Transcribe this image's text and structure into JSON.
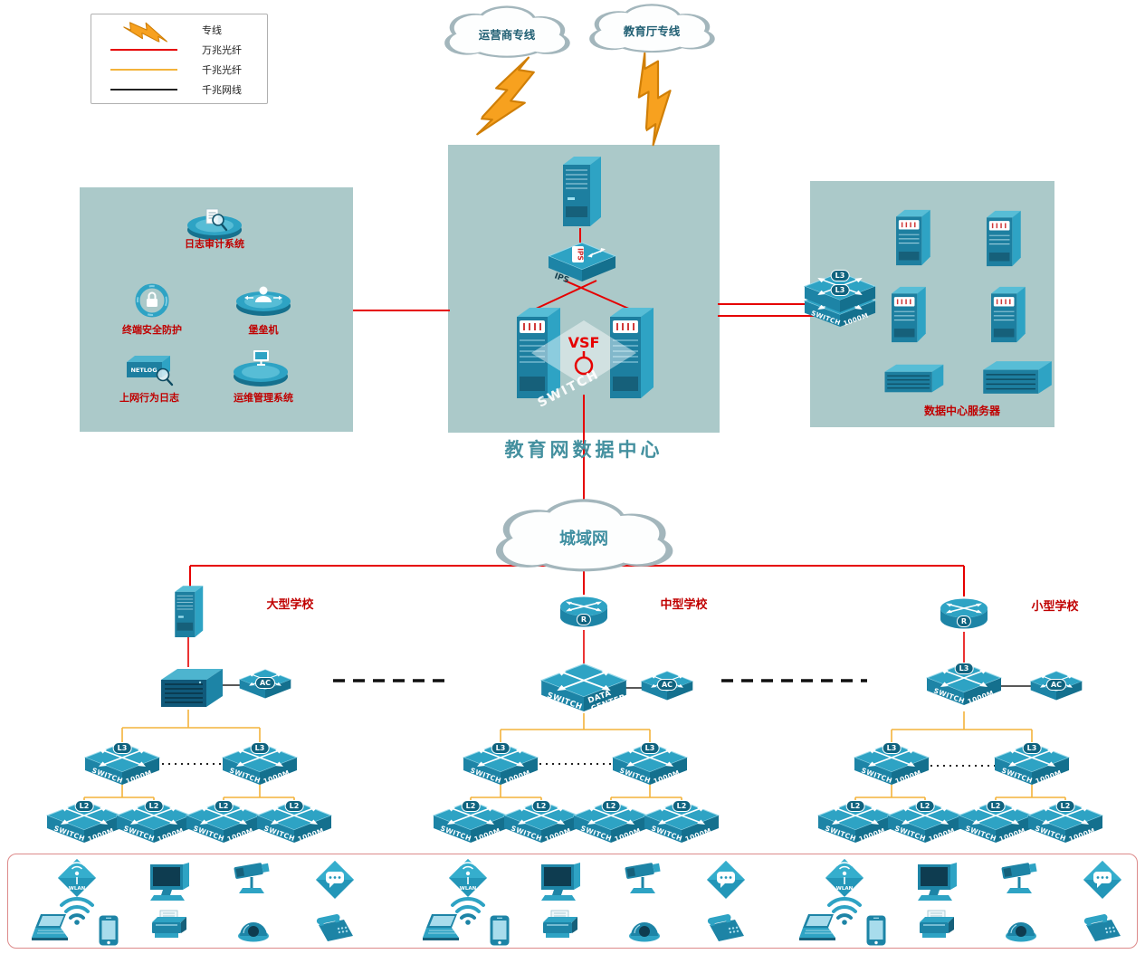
{
  "legend": {
    "items": [
      {
        "label": "专线"
      },
      {
        "label": "万兆光纤"
      },
      {
        "label": "千兆光纤"
      },
      {
        "label": "千兆网线"
      }
    ]
  },
  "clouds": {
    "isp": "运营商专线",
    "edu": "教育厅专线",
    "man": "城域网"
  },
  "datacenter": {
    "title": "教育网数据中心",
    "ips": "IPS",
    "vsf": "VSF",
    "switch_watermark": "SWITCH"
  },
  "security_panel": {
    "log_audit": "日志审计系统",
    "terminal_security": "终端安全防护",
    "bastion": "堡垒机",
    "netlog_label": "上网行为日志",
    "netlog_device": "NETLOG",
    "ops": "运维管理系统"
  },
  "server_panel": {
    "title": "数据中心服务器"
  },
  "schools": {
    "large": "大型学校",
    "medium": "中型学校",
    "small": "小型学校"
  },
  "labels": {
    "l3": "L3",
    "l2": "L2",
    "ac": "AC",
    "r": "R",
    "switch": "SWITCH",
    "speed": "1000M",
    "data": "DATA",
    "center": "CENTER",
    "wlan": "WLAN"
  },
  "colors": {
    "line_10g_fiber": "#e60000",
    "line_1g_fiber": "#f3b33b",
    "line_1g_copper": "#222222",
    "panel_background": "#abc9c9",
    "device_teal": "#1d84a6",
    "label_red": "#c00000"
  }
}
